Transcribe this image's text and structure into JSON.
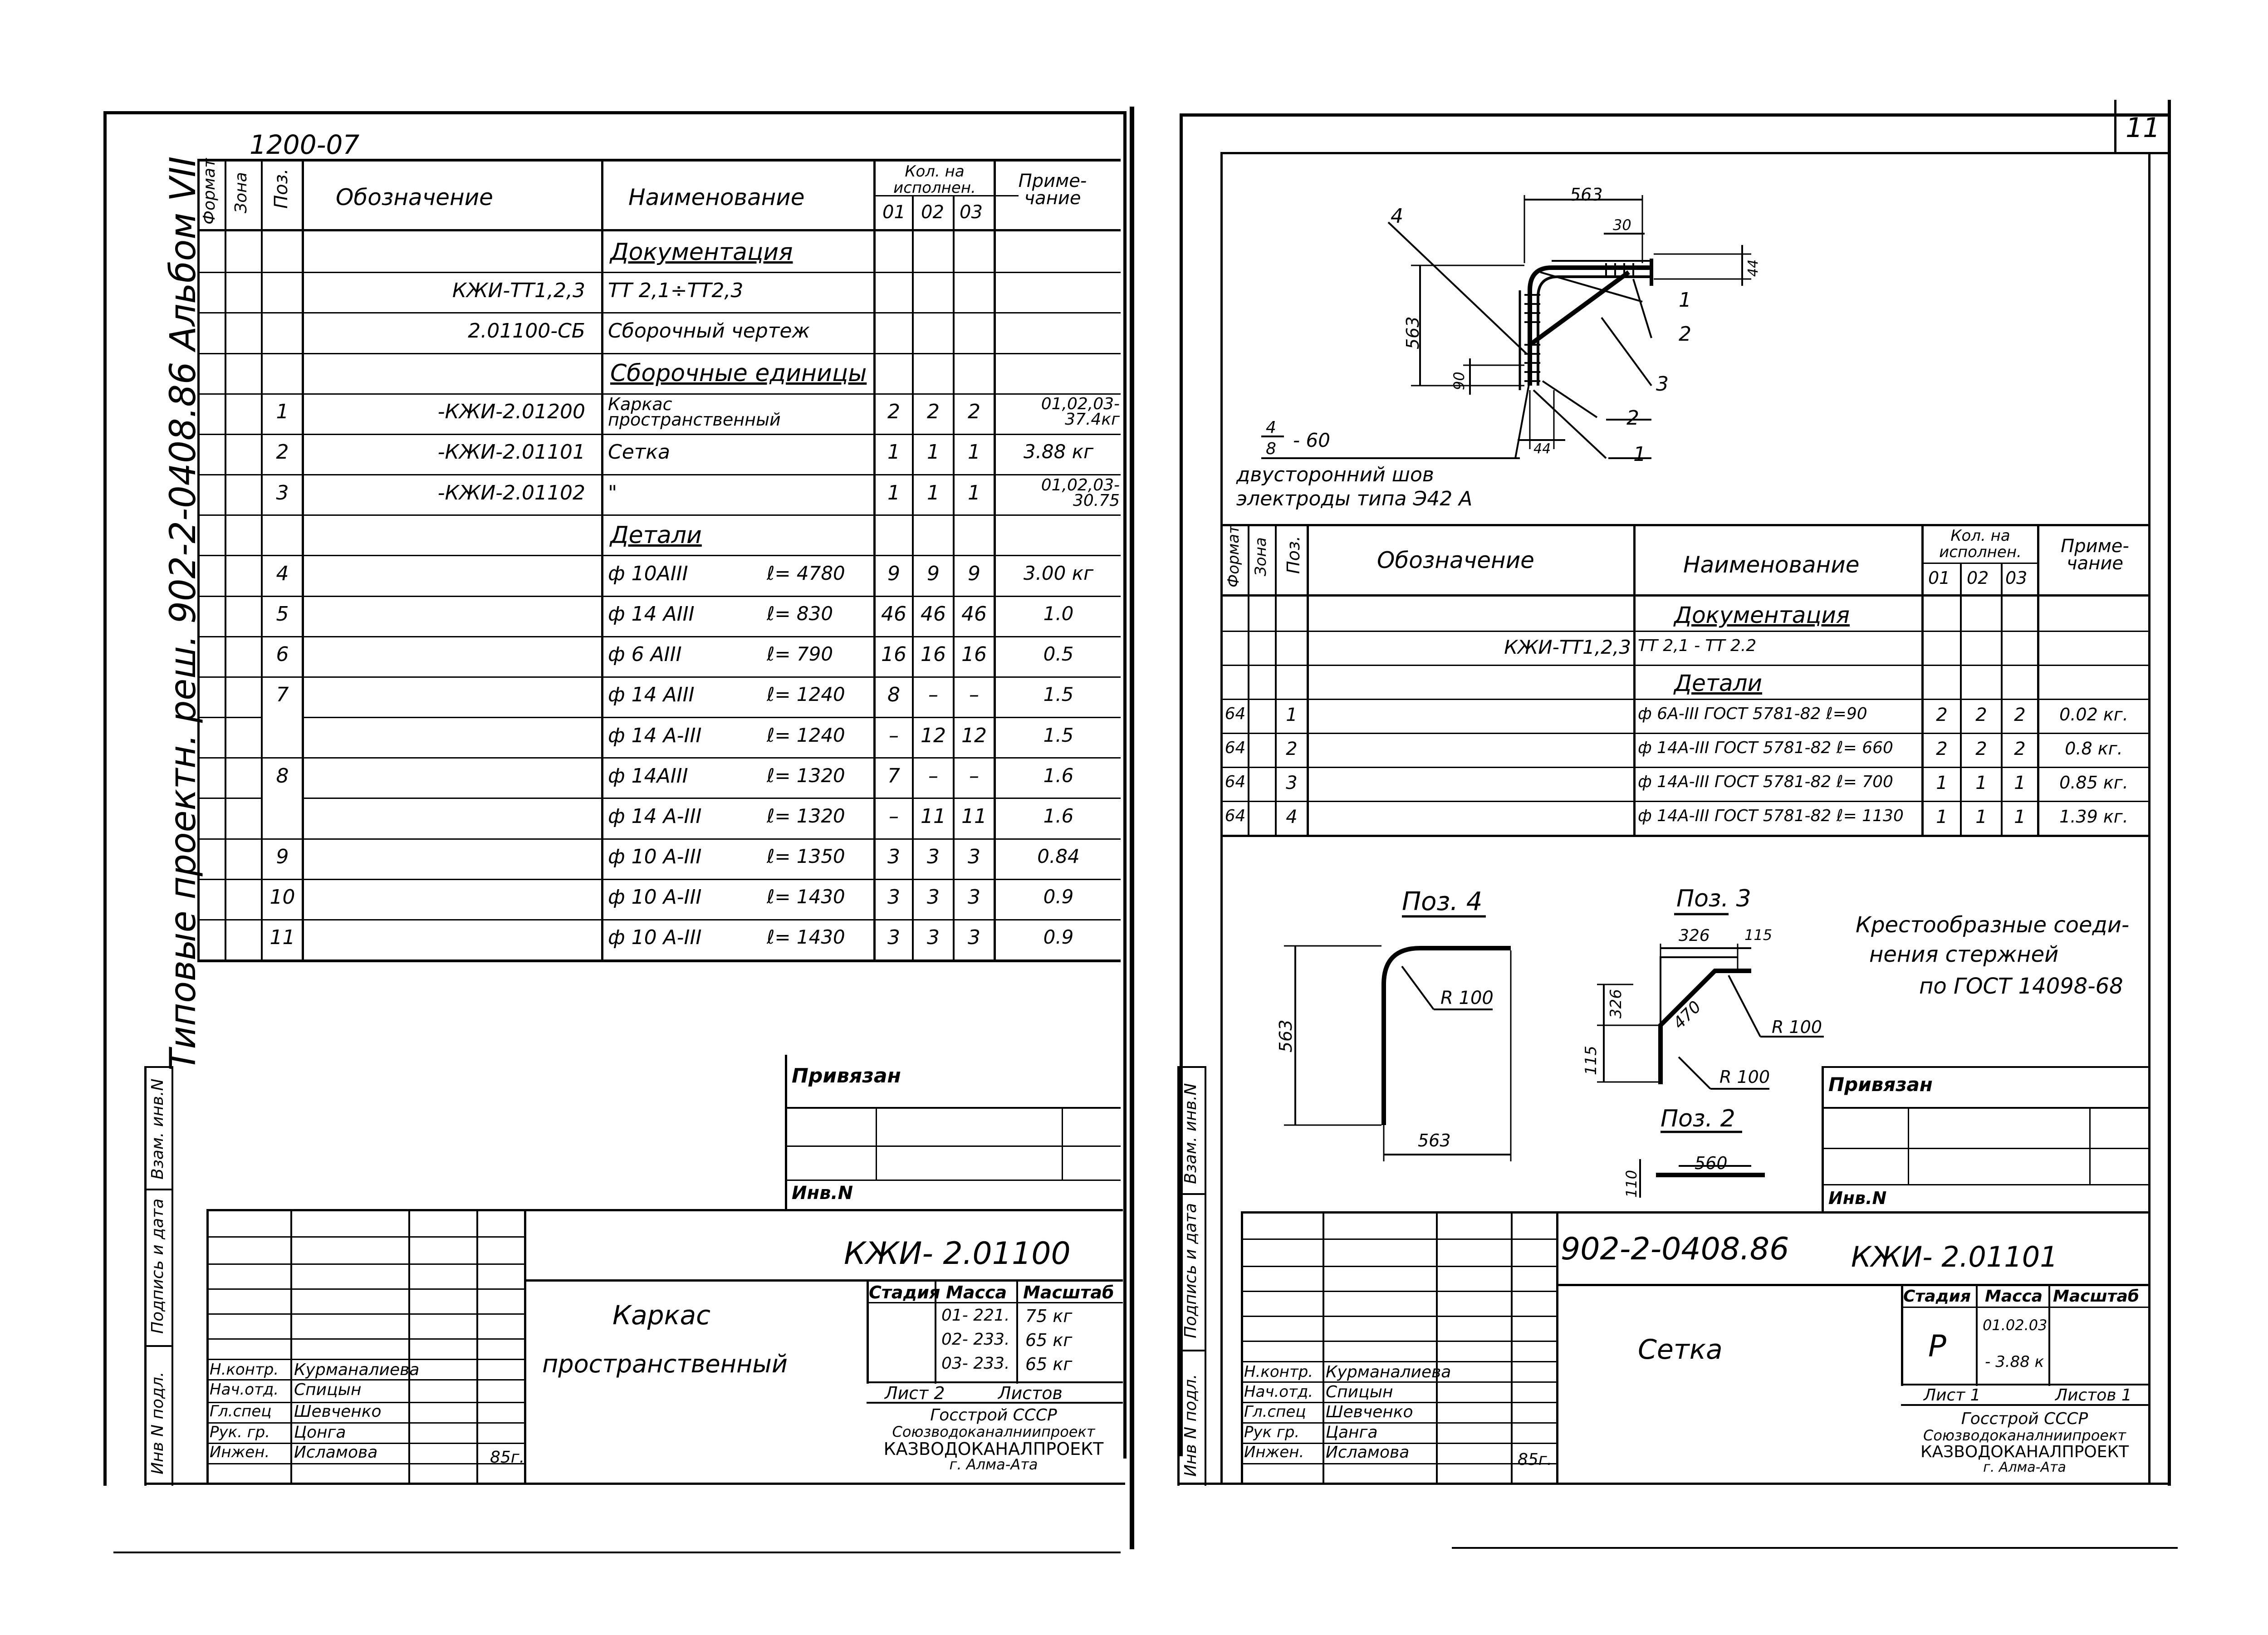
{
  "left": {
    "archive_no": "1200-07",
    "side_title": "Типовые проектн. реш. 902-2-0408.86 Альбом VII",
    "header": {
      "format": "Формат",
      "zone": "Зона",
      "pos": "Поз.",
      "designation": "Обозначение",
      "name": "Наименование",
      "qty": "Кол. на исполнен.",
      "v01": "01",
      "v02": "02",
      "v03": "03",
      "note": "Приме- чание"
    },
    "rows": [
      {
        "pos": "",
        "des": "",
        "name": "Документация",
        "len": "",
        "q1": "",
        "q2": "",
        "q3": "",
        "note": ""
      },
      {
        "pos": "",
        "des": "КЖИ-ТТ1,2,3",
        "name": "ТТ 2,1÷ТТ2,3",
        "len": "",
        "q1": "",
        "q2": "",
        "q3": "",
        "note": ""
      },
      {
        "pos": "",
        "des": "2.01100-СБ",
        "name": "Сборочный чертеж",
        "len": "",
        "q1": "",
        "q2": "",
        "q3": "",
        "note": ""
      },
      {
        "pos": "",
        "des": "",
        "name": "Сборочные единицы",
        "len": "",
        "q1": "",
        "q2": "",
        "q3": "",
        "note": ""
      },
      {
        "pos": "1",
        "des": "-КЖИ-2.01200",
        "name": "Каркас пространственный",
        "len": "",
        "q1": "2",
        "q2": "2",
        "q3": "2",
        "note": "01,02,03- 37.4кг"
      },
      {
        "pos": "2",
        "des": "-КЖИ-2.01101",
        "name": "Сетка",
        "len": "",
        "q1": "1",
        "q2": "1",
        "q3": "1",
        "note": "3.88 кг"
      },
      {
        "pos": "3",
        "des": "-КЖИ-2.01102",
        "name": "\"",
        "len": "",
        "q1": "1",
        "q2": "1",
        "q3": "1",
        "note": "01,02,03- 30.75"
      },
      {
        "pos": "",
        "des": "",
        "name": "Детали",
        "len": "",
        "q1": "",
        "q2": "",
        "q3": "",
        "note": ""
      },
      {
        "pos": "4",
        "des": "",
        "name": "ф 10АIII",
        "len": "ℓ= 4780",
        "q1": "9",
        "q2": "9",
        "q3": "9",
        "note": "3.00 кг"
      },
      {
        "pos": "5",
        "des": "",
        "name": "ф 14 АIII",
        "len": "ℓ= 830",
        "q1": "46",
        "q2": "46",
        "q3": "46",
        "note": "1.0"
      },
      {
        "pos": "6",
        "des": "",
        "name": "ф 6 АIII",
        "len": "ℓ= 790",
        "q1": "16",
        "q2": "16",
        "q3": "16",
        "note": "0.5"
      },
      {
        "pos": "7",
        "des": "",
        "name": "ф 14 АIII",
        "len": "ℓ= 1240",
        "q1": "8",
        "q2": "–",
        "q3": "–",
        "note": "1.5"
      },
      {
        "pos": "",
        "des": "",
        "name": "ф 14 А-III",
        "len": "ℓ= 1240",
        "q1": "–",
        "q2": "12",
        "q3": "12",
        "note": "1.5"
      },
      {
        "pos": "8",
        "des": "",
        "name": "ф 14АIII",
        "len": "ℓ= 1320",
        "q1": "7",
        "q2": "–",
        "q3": "–",
        "note": "1.6"
      },
      {
        "pos": "",
        "des": "",
        "name": "ф 14 А-III",
        "len": "ℓ= 1320",
        "q1": "–",
        "q2": "11",
        "q3": "11",
        "note": "1.6"
      },
      {
        "pos": "9",
        "des": "",
        "name": "ф 10 А-III",
        "len": "ℓ= 1350",
        "q1": "3",
        "q2": "3",
        "q3": "3",
        "note": "0.84"
      },
      {
        "pos": "10",
        "des": "",
        "name": "ф 10 А-III",
        "len": "ℓ= 1430",
        "q1": "3",
        "q2": "3",
        "q3": "3",
        "note": "0.9"
      },
      {
        "pos": "11",
        "des": "",
        "name": "ф 10 А-III",
        "len": "ℓ= 1430",
        "q1": "3",
        "q2": "3",
        "q3": "3",
        "note": "0.9"
      }
    ],
    "privyazan": "Привязан",
    "inv": "Инв.N",
    "stamp_code": "КЖИ- 2.01100",
    "title_line1": "Каркас",
    "title_line2": "пространственный",
    "stage": "Стадия",
    "mass": "Масса",
    "scale": "Масштаб",
    "masses": [
      "01- 221.",
      "02- 233.",
      "03- 233."
    ],
    "scales": [
      "75 кг",
      "65 кг",
      "65 кг"
    ],
    "sheet": "Лист 2",
    "sheets": "Листов",
    "org1": "Госстрой СССР",
    "org2": "Союзводоканалниипроект",
    "org3": "КАЗВОДОКАНАЛПРОЕКТ",
    "org4": "г. Алма-Ата",
    "roles": [
      "Н.контр.",
      "Нач.отд.",
      "Гл.спец",
      "Рук. гр.",
      "Инжен."
    ],
    "names": [
      "Курманалиева",
      "Спицын",
      "Шевченко",
      "Цонга",
      "Исламова"
    ],
    "year": "85г.",
    "margin_labels": [
      "Взам. инв.N",
      "Подпись и дата",
      "Инв N подл."
    ]
  },
  "right": {
    "sheet_no": "11",
    "weld": {
      "frac_top": "4",
      "frac_bot": "8",
      "frac_tail": "- 60",
      "line1": "двусторонний шов",
      "line2": "электроды типа Э42 А",
      "dims": {
        "top": "563",
        "d30": "30",
        "d44a": "44",
        "left": "563",
        "d90": "90",
        "d44b": "44"
      },
      "callouts": [
        "4",
        "1",
        "2",
        "3",
        "2",
        "1"
      ]
    },
    "header": {
      "format": "Формат",
      "zone": "Зона",
      "pos": "Поз.",
      "designation": "Обозначение",
      "name": "Наименование",
      "qty": "Кол. на исполнен.",
      "v01": "01",
      "v02": "02",
      "v03": "03",
      "note": "Приме- чание"
    },
    "rows": [
      {
        "fmt": "",
        "pos": "",
        "des": "",
        "name": "Документация",
        "q1": "",
        "q2": "",
        "q3": "",
        "note": ""
      },
      {
        "fmt": "",
        "pos": "",
        "des": "КЖИ-ТТ1,2,3",
        "name": "ТТ 2,1 - ТТ 2.2",
        "q1": "",
        "q2": "",
        "q3": "",
        "note": ""
      },
      {
        "fmt": "",
        "pos": "",
        "des": "",
        "name": "Детали",
        "q1": "",
        "q2": "",
        "q3": "",
        "note": ""
      },
      {
        "fmt": "64",
        "pos": "1",
        "des": "",
        "name": "ф 6А-III ГОСТ 5781-82 ℓ=90",
        "q1": "2",
        "q2": "2",
        "q3": "2",
        "note": "0.02 кг."
      },
      {
        "fmt": "64",
        "pos": "2",
        "des": "",
        "name": "ф 14А-III ГОСТ 5781-82 ℓ= 660",
        "q1": "2",
        "q2": "2",
        "q3": "2",
        "note": "0.8 кг."
      },
      {
        "fmt": "64",
        "pos": "3",
        "des": "",
        "name": "ф 14А-III ГОСТ 5781-82 ℓ= 700",
        "q1": "1",
        "q2": "1",
        "q3": "1",
        "note": "0.85 кг."
      },
      {
        "fmt": "64",
        "pos": "4",
        "des": "",
        "name": "ф 14А-III ГОСТ 5781-82 ℓ= 1130",
        "q1": "1",
        "q2": "1",
        "q3": "1",
        "note": "1.39 кг."
      }
    ],
    "pos4": {
      "title": "Поз. 4",
      "h": "563",
      "w": "563",
      "r": "R 100"
    },
    "pos3": {
      "title": "Поз. 3",
      "a": "326",
      "b": "115",
      "c": "326",
      "d": "115",
      "diag": "470",
      "r1": "R 100",
      "r2": "R 100"
    },
    "pos2": {
      "title": "Поз. 2",
      "len": "560",
      "h": "110"
    },
    "note1": "Крестообразные соеди-",
    "note2": "нения стержней",
    "note3": "по ГОСТ 14098-68",
    "privyazan": "Привязан",
    "inv": "Инв.N",
    "doc_no": "902-2-0408.86",
    "stamp_code": "КЖИ- 2.01101",
    "title": "Сетка",
    "stage": "Стадия",
    "mass": "Масса",
    "scale": "Масштаб",
    "stage_val": "Р",
    "mass_val1": "01.02.03",
    "mass_val2": "- 3.88 к",
    "sheet": "Лист 1",
    "sheets": "Листов 1",
    "org1": "Госстрой СССР",
    "org2": "Союзводоканалниипроект",
    "org3": "КАЗВОДОКАНАЛПРОЕКТ",
    "org4": "г. Алма-Ата",
    "roles": [
      "Н.контр.",
      "Нач.отд.",
      "Гл.спец",
      "Рук гр.",
      "Инжен."
    ],
    "names": [
      "Курманалиева",
      "Спицын",
      "Шевченко",
      "Цанга",
      "Исламова"
    ],
    "year": "85г.",
    "margin_labels": [
      "Взам. инв.N",
      "Подпись и дата",
      "Инв N подл."
    ]
  }
}
